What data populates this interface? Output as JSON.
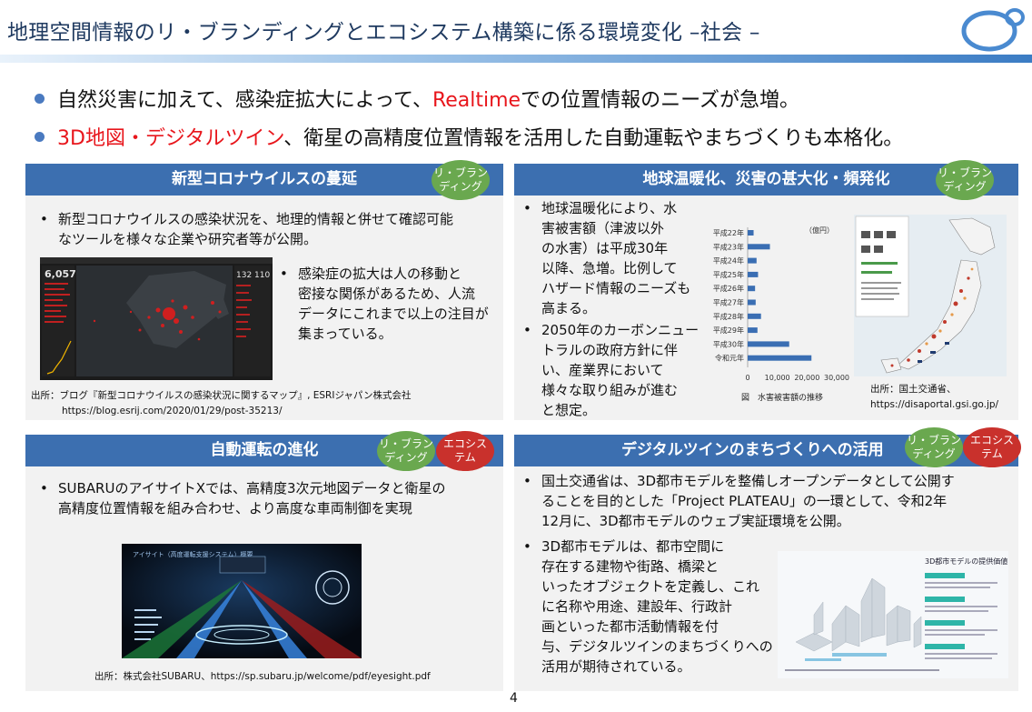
{
  "header": {
    "title": "地理空間情報のリ・ブランディングとエコシステム構築に係る環境変化 –社会 –"
  },
  "bullets": [
    {
      "pre": "自然災害に加えて、感染症拡大によって、",
      "highlight": "Realtime",
      "post": "での位置情報のニーズが急増。"
    },
    {
      "pre": "",
      "highlight": "3D地図・デジタルツイン",
      "post": "、衛星の高精度位置情報を活用した自動運転やまちづくりも本格化。"
    }
  ],
  "badges": {
    "rebranding_line1": "リ・ブラン",
    "rebranding_line2": "ディング",
    "ecosystem_line1": "エコシス",
    "ecosystem_line2": "テム"
  },
  "panel_covid": {
    "header": "新型コロナウイルスの蔓延",
    "bullet1_line1": "新型コロナウイルスの感染状況を、地理的情報と併せて確認可能",
    "bullet1_line2": "なツールを様々な企業や研究者等が公開。",
    "bullet2_lines": [
      "感染症の拡大は人の移動と",
      "密接な関係があるため、人流",
      "データにこれまで以上の注目が",
      "集まっている。"
    ],
    "dashboard_count": "6,057",
    "dashboard_stat1": "132",
    "dashboard_stat2": "110",
    "source_line1": "出所：ブログ『新型コロナウイルスの感染状況に関するマップ』, ESRIジャパン株式会社",
    "source_line2": "https://blog.esrij.com/2020/01/29/post-35213/"
  },
  "panel_climate": {
    "header": "地球温暖化、災害の甚大化・頻発化",
    "bullet1_lines": [
      "地球温暖化により、水",
      "害被害額（津波以外",
      "の水害）は平成30年",
      "以降、急増。比例して",
      "ハザード情報のニーズも",
      "高まる。"
    ],
    "bullet2_lines": [
      "2050年のカーボンニュー",
      "トラルの政府方針に伴",
      "い、産業界において",
      "様々な取り組みが進む",
      "と想定。"
    ],
    "source_line1": "出所：国土交通省、",
    "source_line2": "https://disaportal.gsi.go.jp/"
  },
  "panel_auto": {
    "header": "自動運転の進化",
    "bullet1_line1": "SUBARUのアイサイトXでは、高精度3次元地図データと衛星の",
    "bullet1_line2": "高精度位置情報を組み合わせ、より高度な車両制御を実現",
    "source": "出所：株式会社SUBARU、https://sp.subaru.jp/welcome/pdf/eyesight.pdf",
    "screen_title": "アイサイト（高度運転支援システム）概要"
  },
  "panel_twin": {
    "header": "デジタルツインのまちづくりへの活用",
    "bullet1_lines": [
      "国土交通省は、3D都市モデルを整備しオープンデータとして公開す",
      "ることを目的とした「Project PLATEAU」の一環として、令和2年",
      "12月に、3D都市モデルのウェブ実証環境を公開。"
    ],
    "bullet2_lines": [
      "3D都市モデルは、都市空間に",
      "存在する建物や街路、橋梁と",
      "いったオブジェクトを定義し、これ",
      "に名称や用途、建設年、行政計",
      "画といった都市活動情報を付",
      "与、デジタルツインのまちづくりへの",
      "活用が期待されている。"
    ],
    "image_title": "3D都市モデルの提供価値"
  },
  "chart_data": {
    "type": "bar",
    "orientation": "horizontal",
    "unit_label": "（億円）",
    "caption": "図　水害被害額の推移",
    "categories": [
      "平成22年",
      "平成23年",
      "平成24年",
      "平成25年",
      "平成26年",
      "平成27年",
      "平成28年",
      "平成29年",
      "平成30年",
      "令和元年"
    ],
    "values": [
      2000,
      7500,
      3000,
      3500,
      2500,
      2700,
      4500,
      3300,
      14000,
      21500
    ],
    "xticks": [
      "0",
      "10,000",
      "20,000",
      "30,000"
    ],
    "xlim": [
      0,
      30000
    ],
    "bar_color": "#3a6eb3"
  },
  "footer": {
    "page_number": "4"
  }
}
